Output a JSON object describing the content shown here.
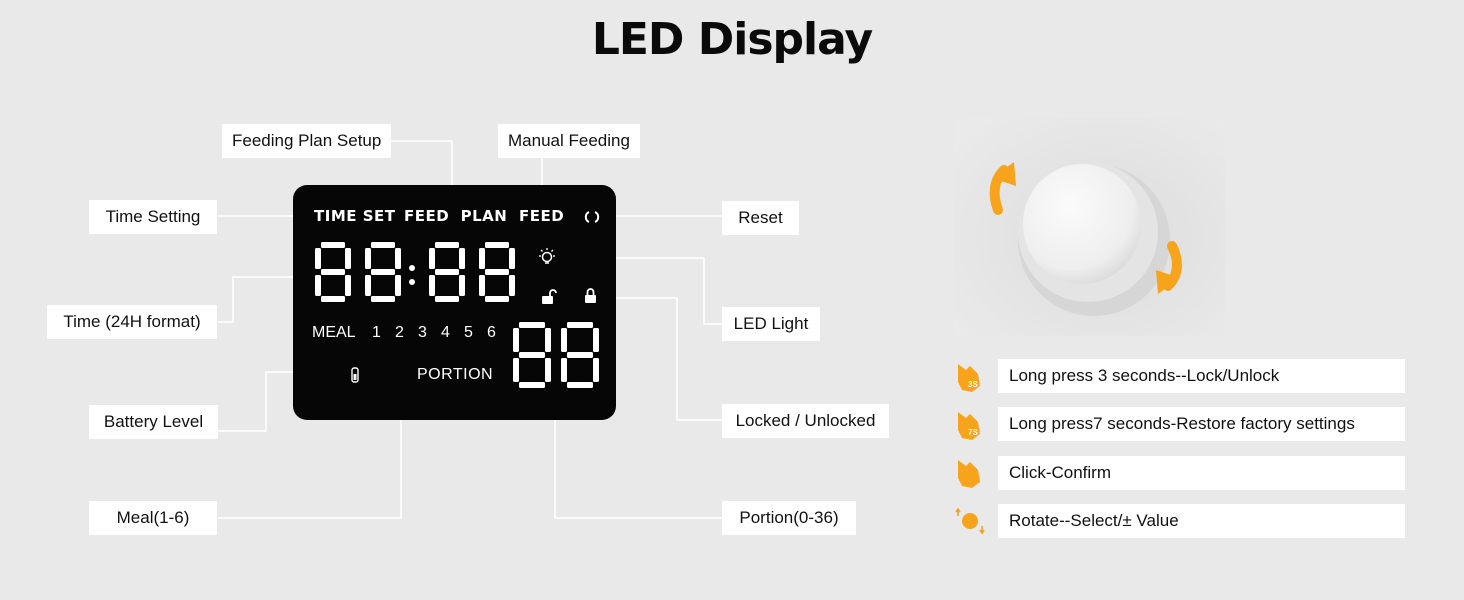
{
  "title": "LED Display",
  "callouts": {
    "feeding_plan_setup": "Feeding Plan Setup",
    "manual_feeding": "Manual Feeding",
    "time_setting": "Time Setting",
    "reset": "Reset",
    "time_24h": "Time (24H format)",
    "led_light": "LED Light",
    "battery_level": "Battery Level",
    "locked_unlocked": "Locked / Unlocked",
    "meal": "Meal(1-6)",
    "portion": "Portion(0-36)"
  },
  "lcd": {
    "time_set": "TIME SET",
    "feed_plan": "FEED  PLAN",
    "feed": "FEED",
    "meal": "MEAL",
    "meal_numbers": [
      "1",
      "2",
      "3",
      "4",
      "5",
      "6"
    ],
    "portion": "PORTION",
    "time_digits": "88:88",
    "portion_digits": "88"
  },
  "knob_icons": {
    "top_arrow": "rotate-arrow-icon",
    "bottom_arrow": "rotate-arrow-icon"
  },
  "instructions": [
    {
      "icon": "press-hand-icon",
      "badge": "3S",
      "text": "Long press 3 seconds--Lock/Unlock"
    },
    {
      "icon": "press-hand-icon",
      "badge": "7S",
      "text": "Long press7 seconds-Restore factory settings"
    },
    {
      "icon": "tap-hand-icon",
      "badge": "",
      "text": "Click-Confirm"
    },
    {
      "icon": "rotate-dot-icon",
      "badge": "",
      "text": "Rotate--Select/± Value"
    }
  ],
  "colors": {
    "background": "#e9e9e9",
    "lcd": "#060606",
    "accent": "#f7a41c"
  }
}
